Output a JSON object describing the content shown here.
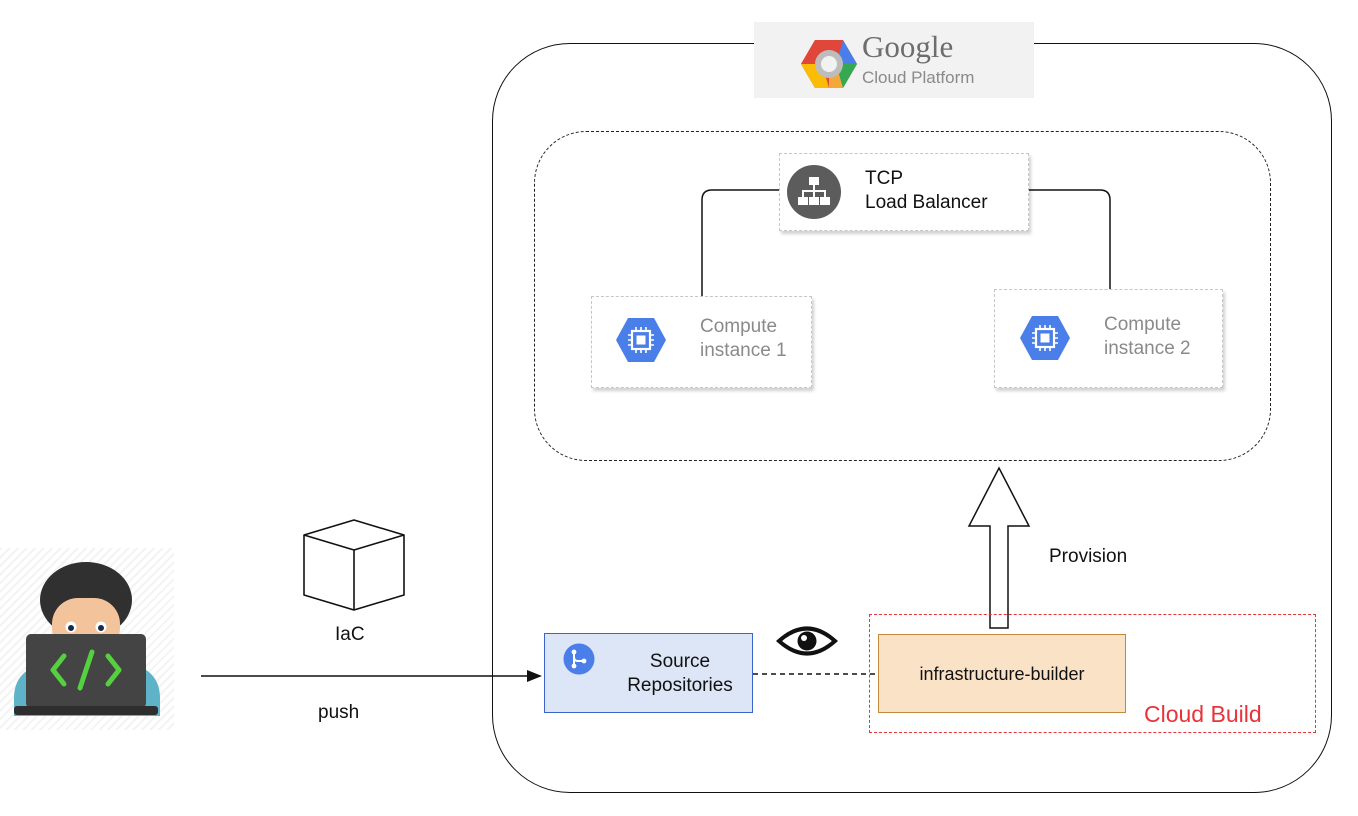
{
  "gcp": {
    "brand": "Google",
    "platform": "Cloud Platform"
  },
  "load_balancer": {
    "label": "TCP\nLoad Balancer"
  },
  "compute_instances": [
    {
      "label": "Compute\ninstance 1"
    },
    {
      "label": "Compute\ninstance 2"
    }
  ],
  "provision": {
    "label": "Provision"
  },
  "source_repositories": {
    "label": "Source\nRepositories"
  },
  "cloud_build": {
    "builder_label": "infrastructure-builder",
    "region_label": "Cloud Build"
  },
  "iac": {
    "label": "IaC"
  },
  "push": {
    "label": "push"
  },
  "icons": {
    "developer": "developer-coding-icon",
    "package": "package-cube-icon",
    "watch": "eye-icon",
    "load_balancer": "load-balancer-icon",
    "compute": "compute-engine-icon",
    "source": "source-repositories-icon",
    "gcp": "google-cloud-logo"
  },
  "colors": {
    "gcp_blue": "#4a7ee8",
    "lb_gray": "#5c5c5c",
    "cloud_build_red": "#e8333b",
    "builder_fill": "#fae2c7",
    "source_fill": "#dde6f6",
    "code_green": "#55d13f"
  }
}
